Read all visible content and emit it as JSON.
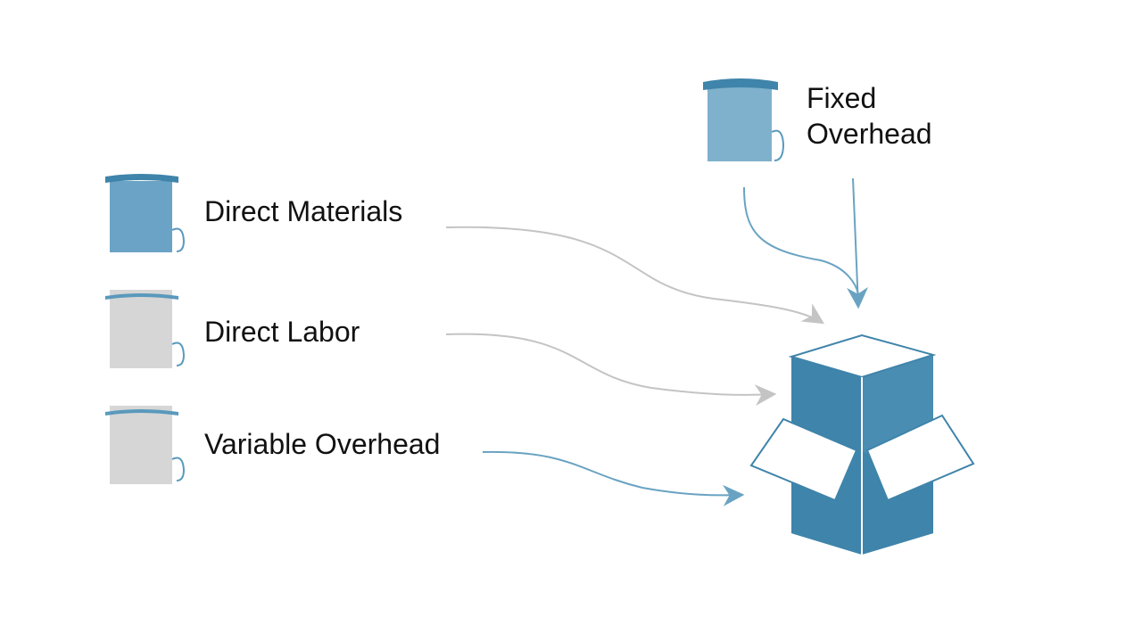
{
  "inputs": [
    {
      "id": "direct-materials",
      "label": "Direct Materials",
      "color": "#5a99bd"
    },
    {
      "id": "direct-labor",
      "label": "Direct Labor",
      "color": "#d3d3d3"
    },
    {
      "id": "variable-overhead",
      "label": "Variable Overhead",
      "color": "#d3d3d3"
    },
    {
      "id": "fixed-overhead",
      "label": "Fixed Overhead",
      "color": "#5a99bd"
    }
  ],
  "colors": {
    "accent": "#3f84aa",
    "accent_light": "#7fb1cc",
    "gray": "#d6d6d6",
    "arrow_gray": "#c4c4c4",
    "arrow_blue": "#6aa3c2"
  },
  "icons": {
    "source": "container-icon",
    "target": "open-box-icon"
  }
}
